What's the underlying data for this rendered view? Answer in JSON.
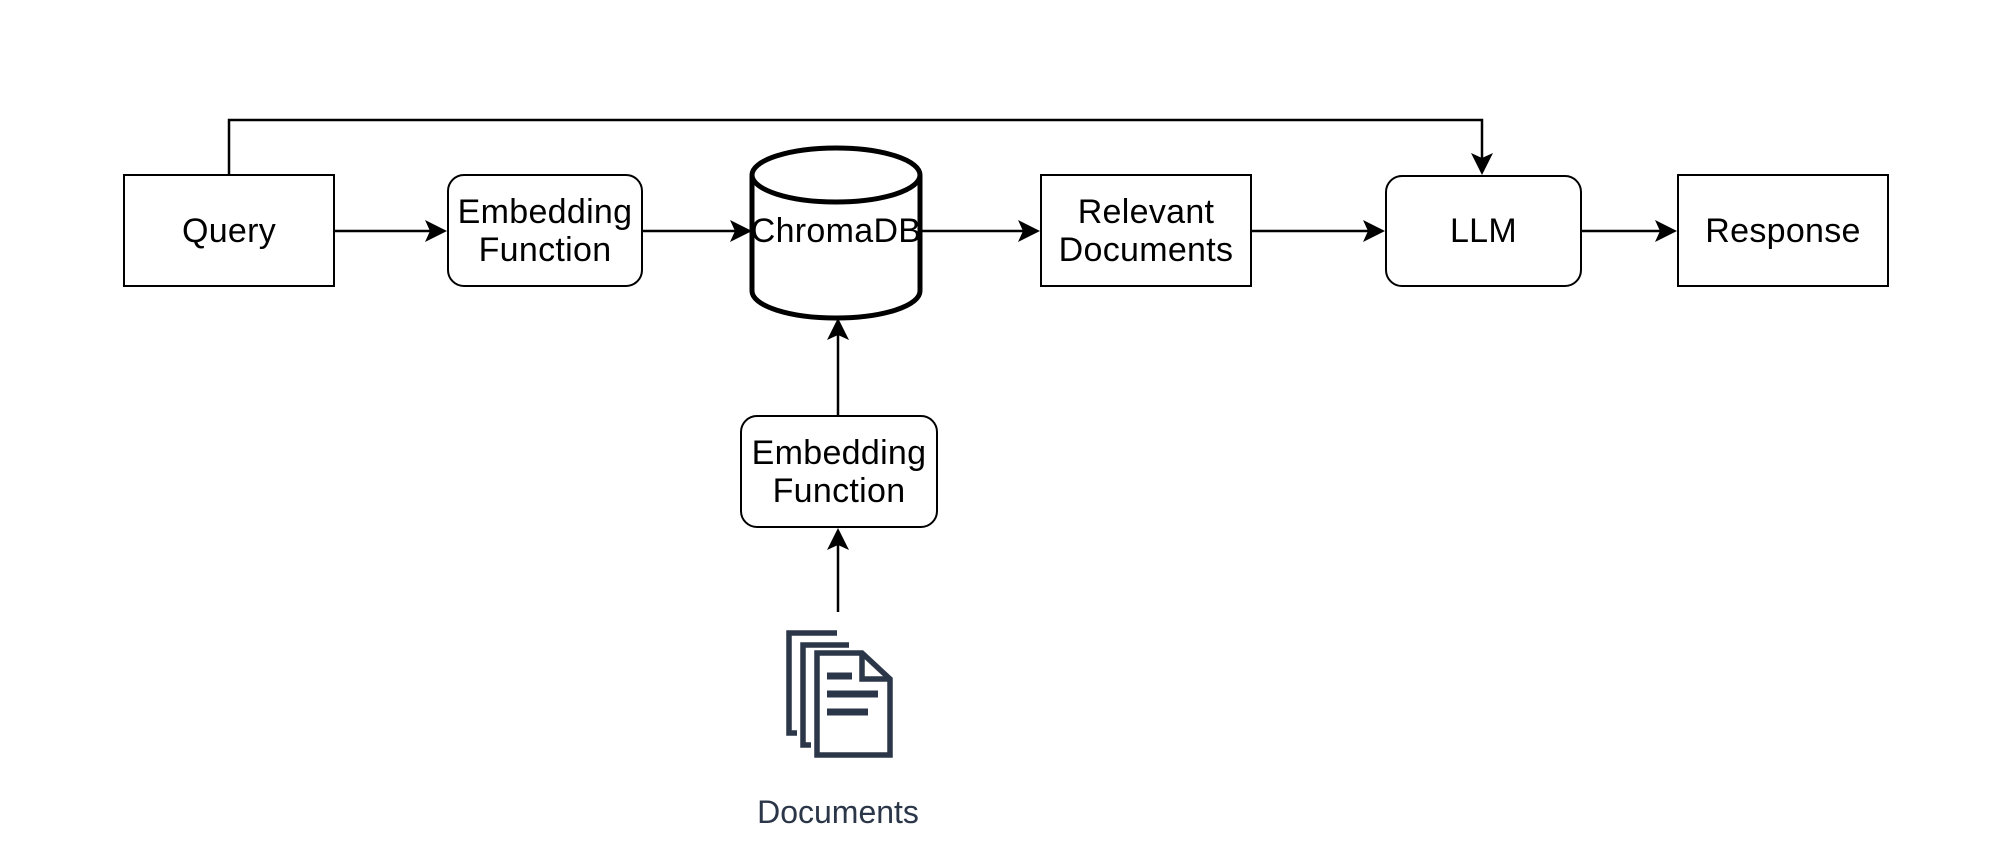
{
  "nodes": {
    "query": {
      "label": "Query",
      "shape": "rectangle"
    },
    "embedding_function_query": {
      "label": "Embedding Function",
      "shape": "rounded-rectangle"
    },
    "chromadb": {
      "label": "ChromaDB",
      "shape": "database-cylinder"
    },
    "relevant_documents": {
      "label": "Relevant Documents",
      "shape": "rectangle"
    },
    "llm": {
      "label": "LLM",
      "shape": "rounded-rectangle"
    },
    "response": {
      "label": "Response",
      "shape": "rectangle"
    },
    "embedding_function_documents": {
      "label": "Embedding Function",
      "shape": "rounded-rectangle"
    },
    "documents": {
      "label": "Documents",
      "icon": "documents-stack-icon"
    }
  },
  "edges": [
    {
      "from": "query",
      "to": "embedding_function_query"
    },
    {
      "from": "embedding_function_query",
      "to": "chromadb"
    },
    {
      "from": "chromadb",
      "to": "relevant_documents"
    },
    {
      "from": "relevant_documents",
      "to": "llm"
    },
    {
      "from": "llm",
      "to": "response"
    },
    {
      "from": "query",
      "to": "llm",
      "route": "top-bypass"
    },
    {
      "from": "documents",
      "to": "embedding_function_documents"
    },
    {
      "from": "embedding_function_documents",
      "to": "chromadb"
    }
  ],
  "colors": {
    "node_stroke": "#000000",
    "node_fill": "#ffffff",
    "background": "#ffffff",
    "documents_accent": "#2B3648"
  }
}
